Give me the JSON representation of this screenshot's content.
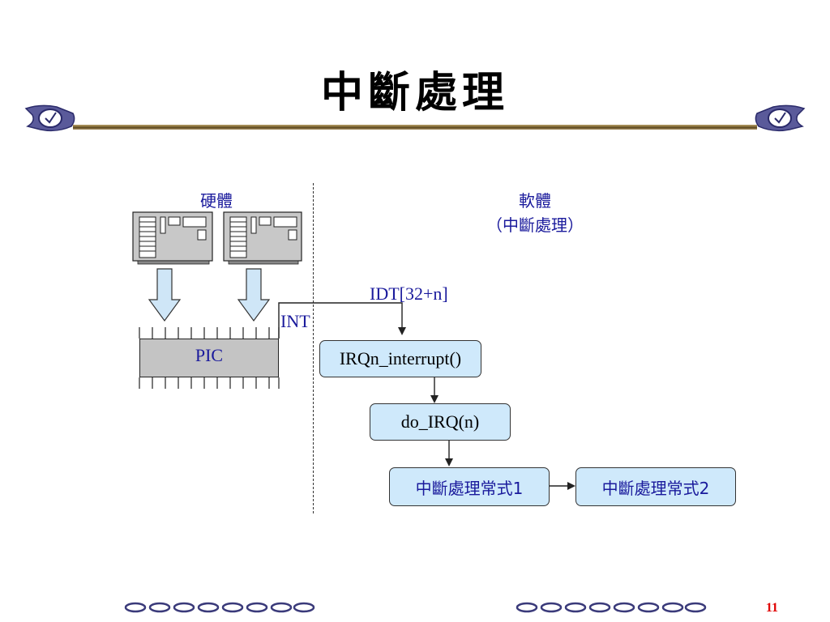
{
  "slide": {
    "title": "中斷處理",
    "page_number": "11"
  },
  "diagram": {
    "hardware_label": "硬體",
    "software_label_line1": "軟體",
    "software_label_line2": "（中斷處理）",
    "pic_label": "PIC",
    "int_label": "INT",
    "idt_label": "IDT[32+n]",
    "nodes": {
      "irq_interrupt": "IRQn_interrupt()",
      "do_irq": "do_IRQ(n)",
      "handler1": "中斷處理常式1",
      "handler2": "中斷處理常式2"
    }
  },
  "colors": {
    "label_blue": "#1a1a9c",
    "box_fill": "#cfe9fb",
    "arrow_fill": "#cfe6f7",
    "page_number": "#e00000",
    "chip_gray": "#c4c4c4"
  }
}
